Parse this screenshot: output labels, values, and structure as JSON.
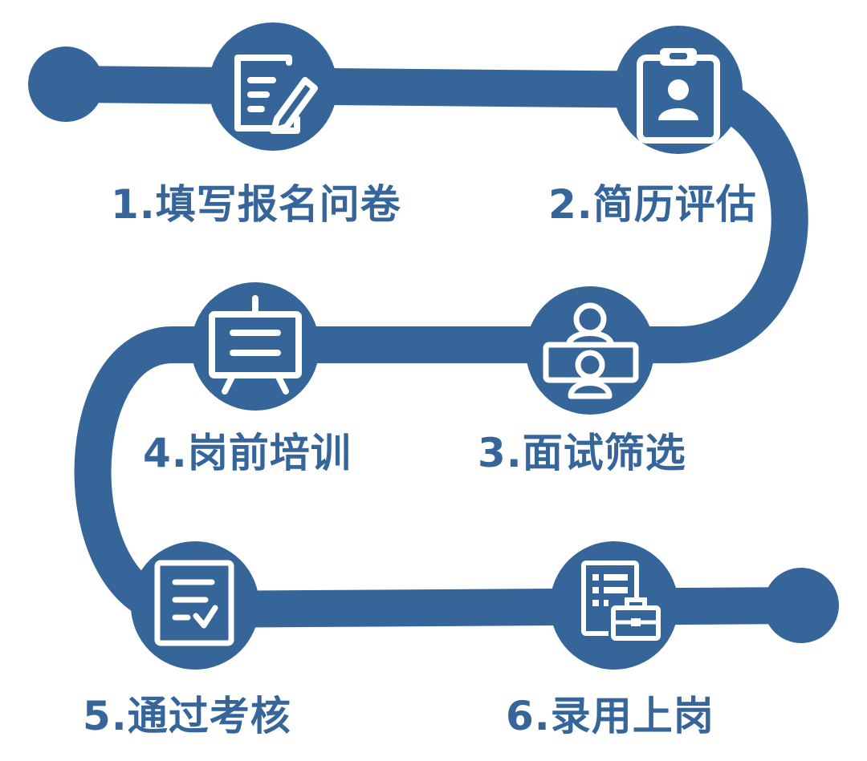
{
  "colors": {
    "path": "#36659a",
    "icon": "#ffffff",
    "label": "#36659a",
    "background": "#ffffff"
  },
  "steps": [
    {
      "label": "1.填写报名问卷",
      "icon": "form-edit-icon"
    },
    {
      "label": "2.简历评估",
      "icon": "clipboard-profile-icon"
    },
    {
      "label": "3.面试筛选",
      "icon": "video-interview-icon"
    },
    {
      "label": "4.岗前培训",
      "icon": "presentation-board-icon"
    },
    {
      "label": "5.通过考核",
      "icon": "checklist-icon"
    },
    {
      "label": "6.录用上岗",
      "icon": "document-briefcase-icon"
    }
  ]
}
